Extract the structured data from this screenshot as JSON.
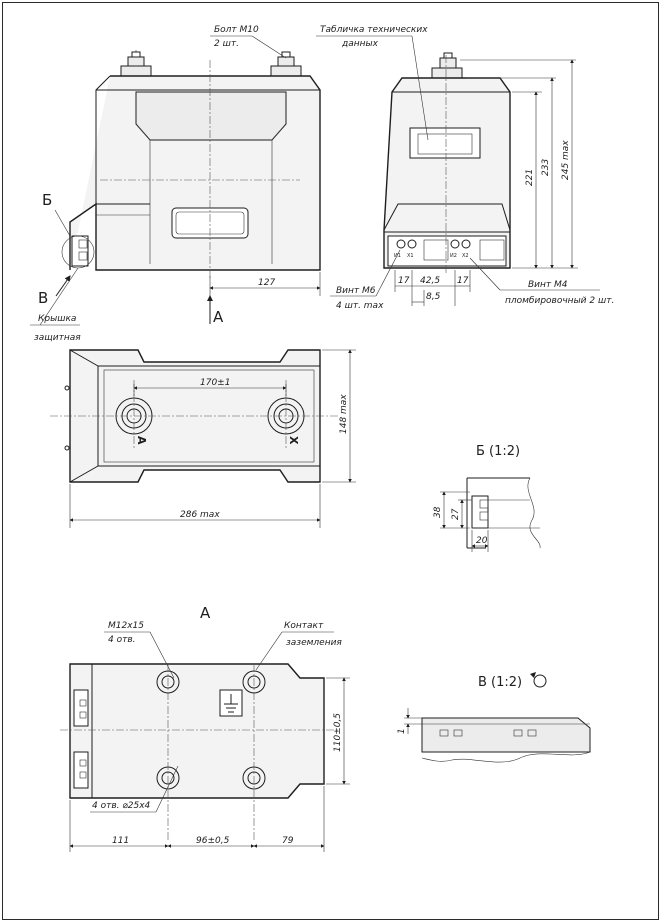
{
  "labels": {
    "bolt": "Болт М10",
    "bolt_qty": "2 шт.",
    "plate": "Табличка технических",
    "plate2": "данных",
    "cover": "Крышка",
    "cover2": "защитная",
    "screw_m6": "Винт М6",
    "screw_m6_qty": "4 шт. max",
    "screw_m4": "Винт М4",
    "screw_m4_desc": "пломбировочный 2 шт.",
    "thread": "М12х15",
    "thread_qty": "4 отв.",
    "ground": "Контакт",
    "ground2": "заземления",
    "holes": "4 отв. ⌀25х4"
  },
  "views": {
    "b": "Б",
    "v": "В",
    "a": "А",
    "a_title": "А",
    "b_scale": "Б (1:2)",
    "v_scale": "В (1:2)"
  },
  "terminals": {
    "a": "А",
    "x": "Х",
    "x1": "Х1",
    "x2": "Х2",
    "pair1": "И1",
    "pair2": "И2"
  },
  "dims": {
    "d127": "127",
    "d221": "221",
    "d233": "233",
    "d245": "245 max",
    "d17a": "17",
    "d425": "42,5",
    "d17b": "17",
    "d85": "8,5",
    "d170": "170±1",
    "d148": "148 max",
    "d286": "286 max",
    "d38": "38",
    "d27": "27",
    "d20": "20",
    "d110": "110±0,5",
    "d111": "111",
    "d96": "96±0,5",
    "d79": "79",
    "d1": "1"
  }
}
